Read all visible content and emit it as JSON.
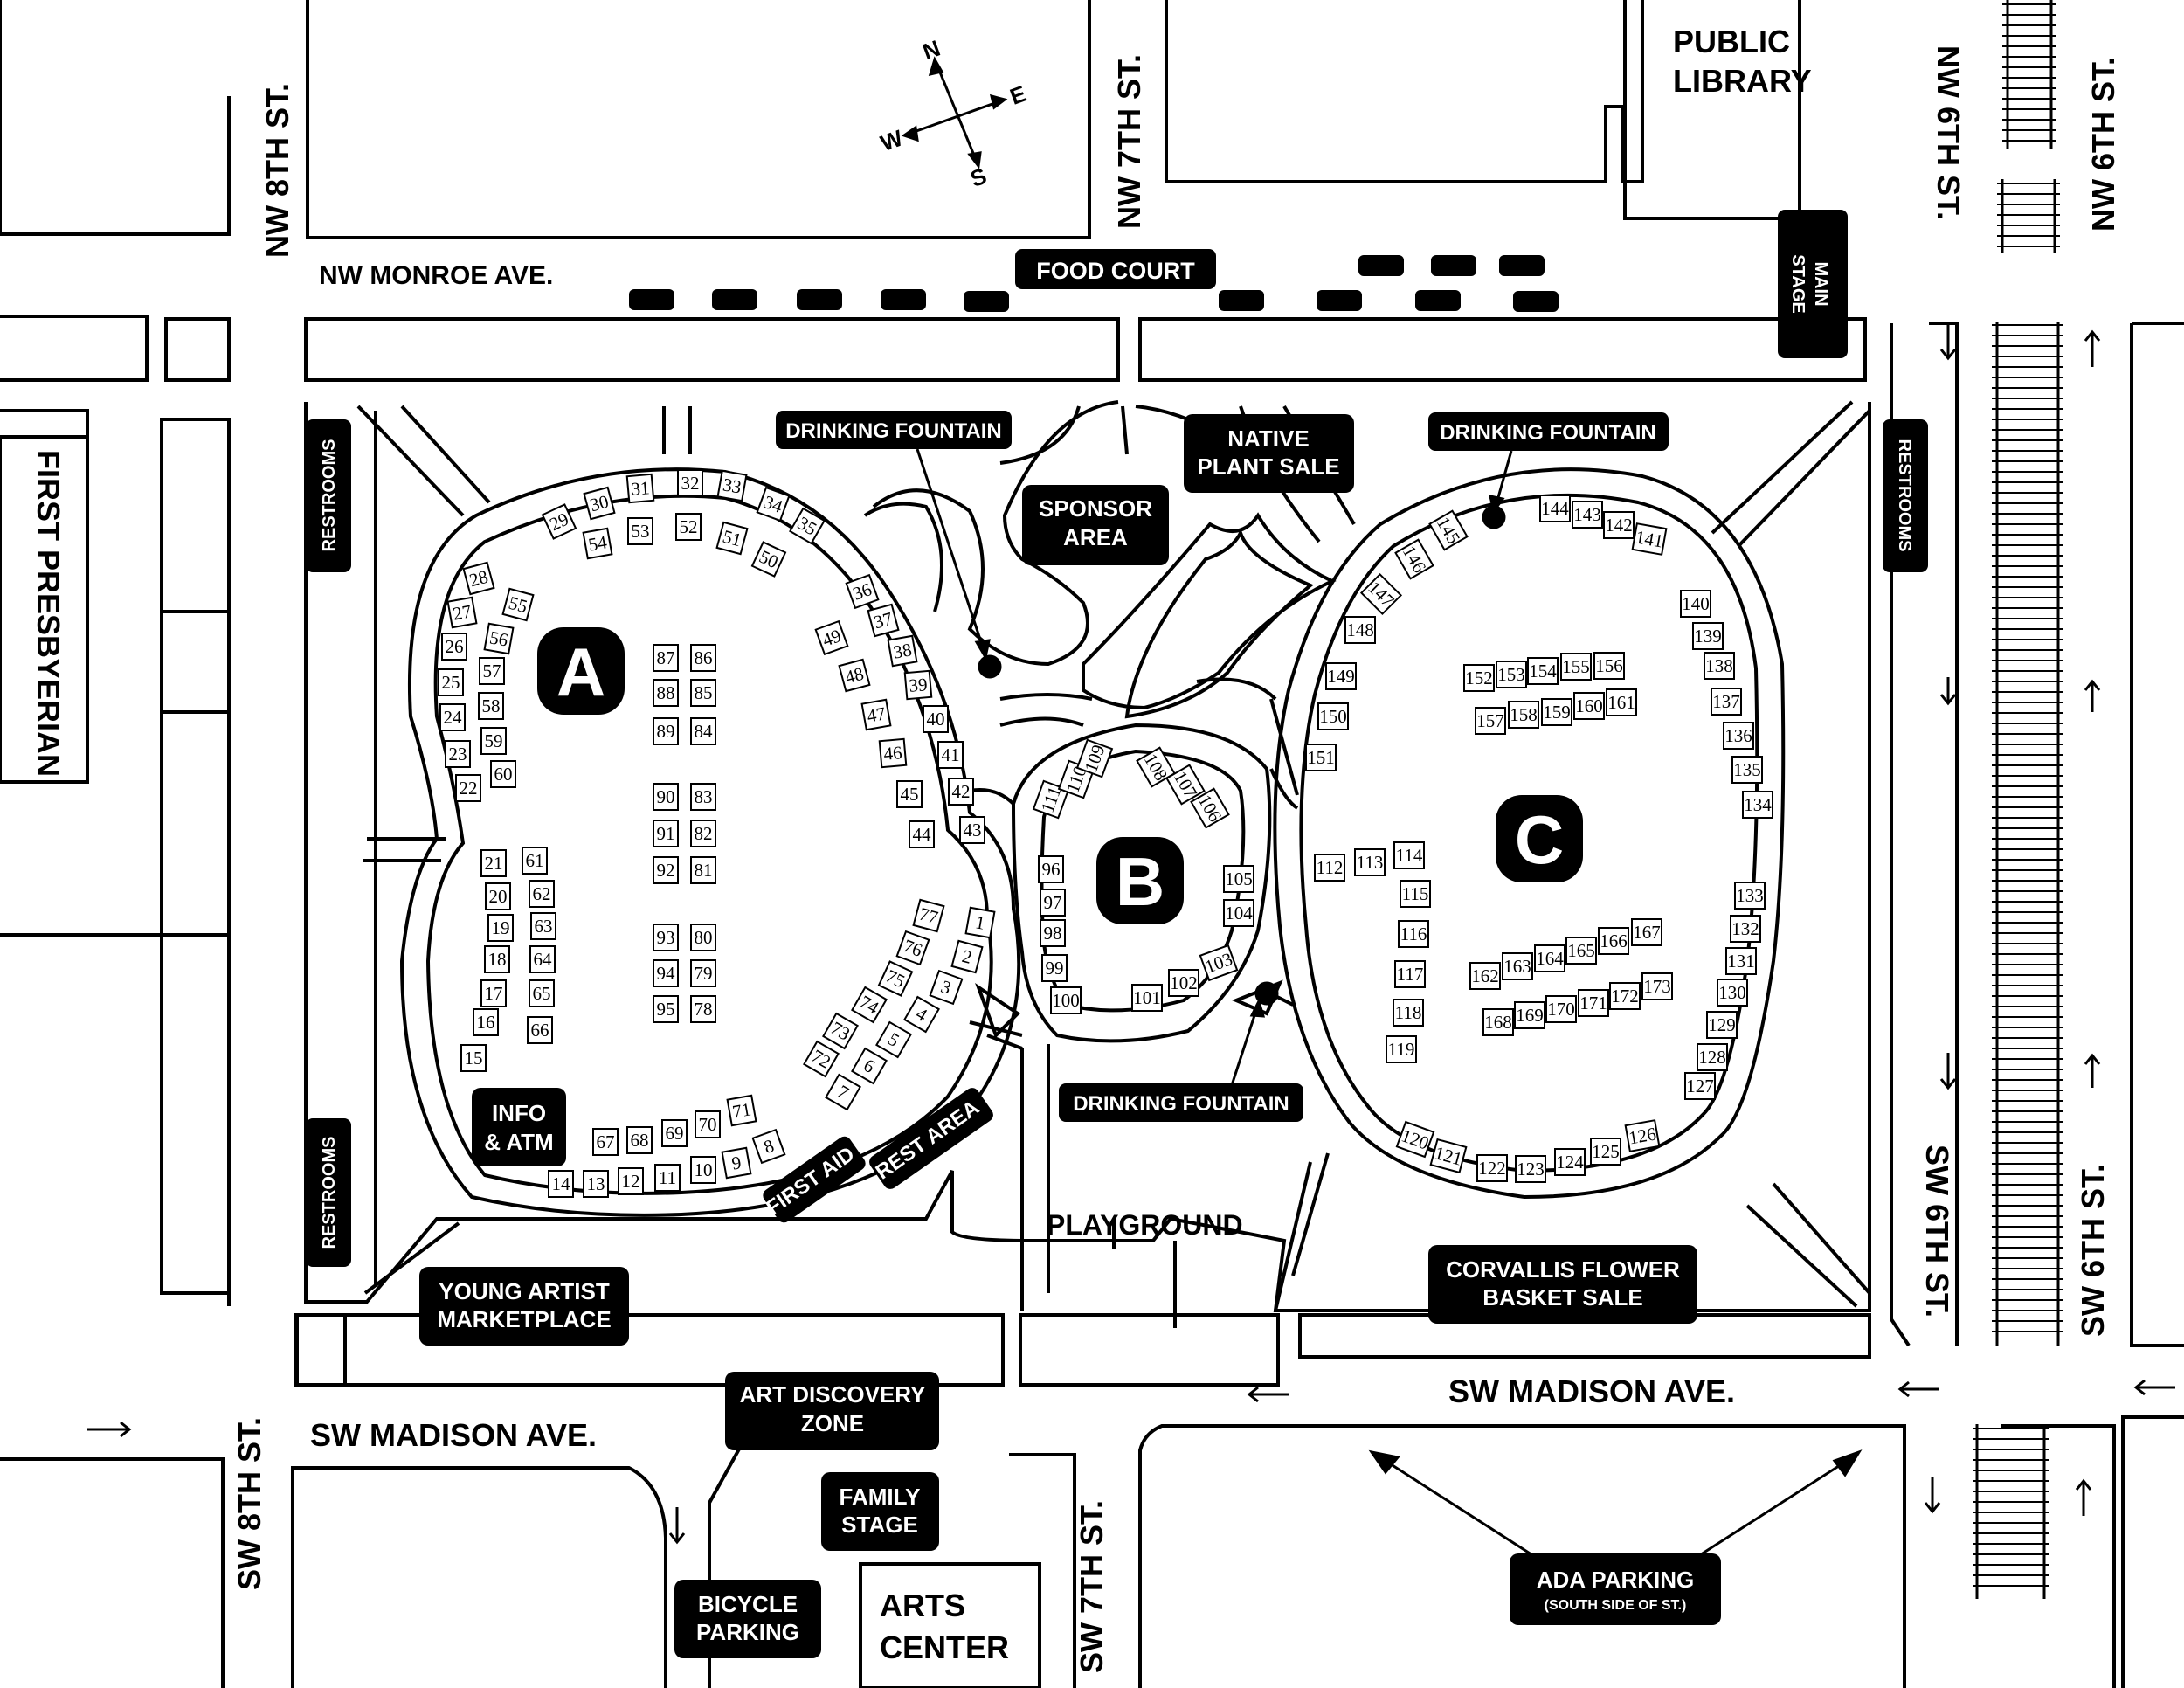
{
  "streets": {
    "nw_8th": "NW 8TH ST.",
    "nw_7th": "NW 7TH ST.",
    "nw_6th_a": "NW 6TH ST.",
    "nw_6th_b": "NW 6TH ST.",
    "nw_monroe": "NW MONROE AVE.",
    "sw_madison_a": "SW MADISON AVE.",
    "sw_madison_b": "SW MADISON AVE.",
    "sw_8th": "SW 8TH ST.",
    "sw_7th": "SW 7TH ST.",
    "sw_6th_a": "SW 6TH ST.",
    "sw_6th_b": "SW 6TH ST."
  },
  "buildings": {
    "public_library": [
      "PUBLIC",
      "LIBRARY"
    ],
    "first_presbyterian": "FIRST PRESBYERIAN",
    "arts_center": [
      "ARTS",
      "CENTER"
    ],
    "playground": "PLAYGROUND"
  },
  "compass": {
    "n": "N",
    "s": "S",
    "e": "E",
    "w": "W"
  },
  "features": {
    "food_court": "FOOD COURT",
    "main_stage": [
      "MAIN",
      "STAGE"
    ],
    "restrooms": "RESTROOMS",
    "drinking_fountain": "DRINKING FOUNTAIN",
    "native_plant_sale": [
      "NATIVE",
      "PLANT SALE"
    ],
    "sponsor_area": [
      "SPONSOR",
      "AREA"
    ],
    "info_atm": [
      "INFO",
      "& ATM"
    ],
    "first_aid": "FIRST AID",
    "rest_area": "REST AREA",
    "young_artist": [
      "YOUNG ARTIST",
      "MARKETPLACE"
    ],
    "flower_basket": [
      "CORVALLIS FLOWER",
      "BASKET SALE"
    ],
    "art_discovery": [
      "ART DISCOVERY",
      "ZONE"
    ],
    "family_stage": [
      "FAMILY",
      "STAGE"
    ],
    "bicycle_parking": [
      "BICYCLE",
      "PARKING"
    ],
    "ada_parking": "ADA PARKING",
    "ada_parking_note": "(SOUTH SIDE OF ST.)"
  },
  "sections": {
    "a": "A",
    "b": "B",
    "c": "C"
  },
  "colors": {
    "ink": "#000000",
    "paper": "#ffffff"
  }
}
